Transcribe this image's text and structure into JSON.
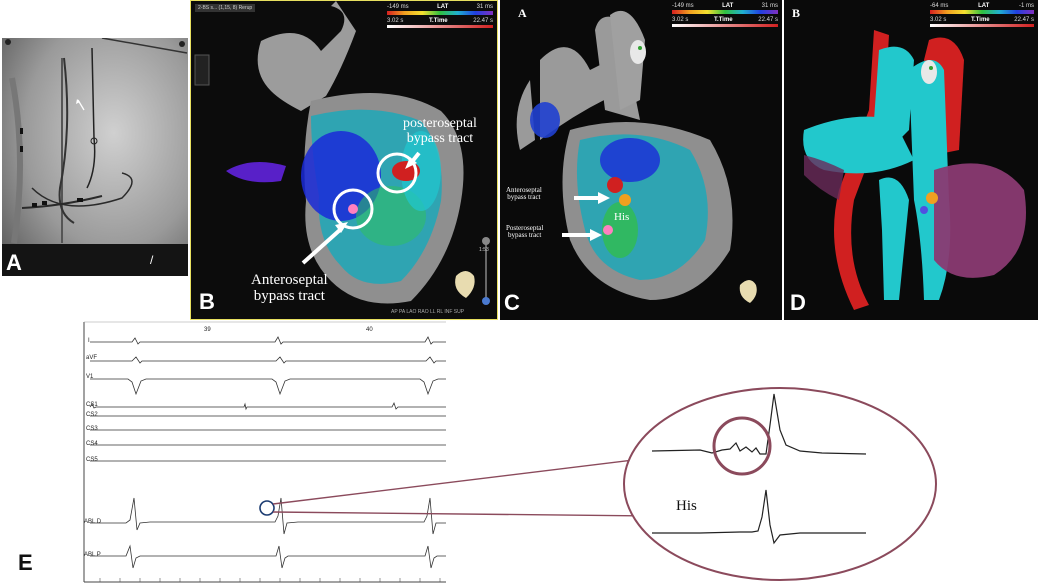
{
  "panels": {
    "a": {
      "label": "A",
      "slash": "/"
    },
    "b": {
      "label": "B",
      "header_text": "2-BS s... (1,15, 8) Rerup",
      "scale": {
        "left": "-149 ms",
        "title": "LAT",
        "right": "31 ms",
        "left2": "3.02 s",
        "title2": "T.Time",
        "right2": "22.47 s"
      },
      "annotation_top": "posteroseptal bypass tract",
      "annotation_top_l1": "posteroseptal",
      "annotation_top_l2": "bypass tract",
      "annotation_bottom_l1": "Anteroseptal",
      "annotation_bottom_l2": "bypass tract",
      "side_value": "1:53",
      "bottom_views": "AP  PA  LAO  RAO  LL  RL  INF  SUP"
    },
    "c": {
      "label": "C",
      "corner": "A",
      "scale": {
        "left": "-149 ms",
        "title": "LAT",
        "right": "31 ms",
        "left2": "3.02 s",
        "title2": "T.Time",
        "right2": "22.47 s"
      },
      "ann1_l1": "Anteroseptal",
      "ann1_l2": "bypass tract",
      "ann2_l1": "Posteroseptal",
      "ann2_l2": "bypass tract",
      "his": "His"
    },
    "d": {
      "label": "D",
      "corner": "B",
      "scale": {
        "left": "-64 ms",
        "title": "LAT",
        "right": "-1 ms",
        "left2": "3.02 s",
        "title2": "T.Time",
        "right2": "22.47 s"
      }
    },
    "e": {
      "label": "E",
      "time_marks": [
        "39",
        "40"
      ],
      "channels": [
        "I",
        "aVF",
        "V1",
        "CS1",
        "CS2",
        "CS3",
        "CS4",
        "CS5",
        "ABL D",
        "ABL P"
      ],
      "zoom_label": "His"
    }
  },
  "colors": {
    "accent_ring": "#8b4a5c",
    "panel_b_border": "#e8e060",
    "map_cyan": "#20c8d0",
    "map_red": "#d02020"
  }
}
